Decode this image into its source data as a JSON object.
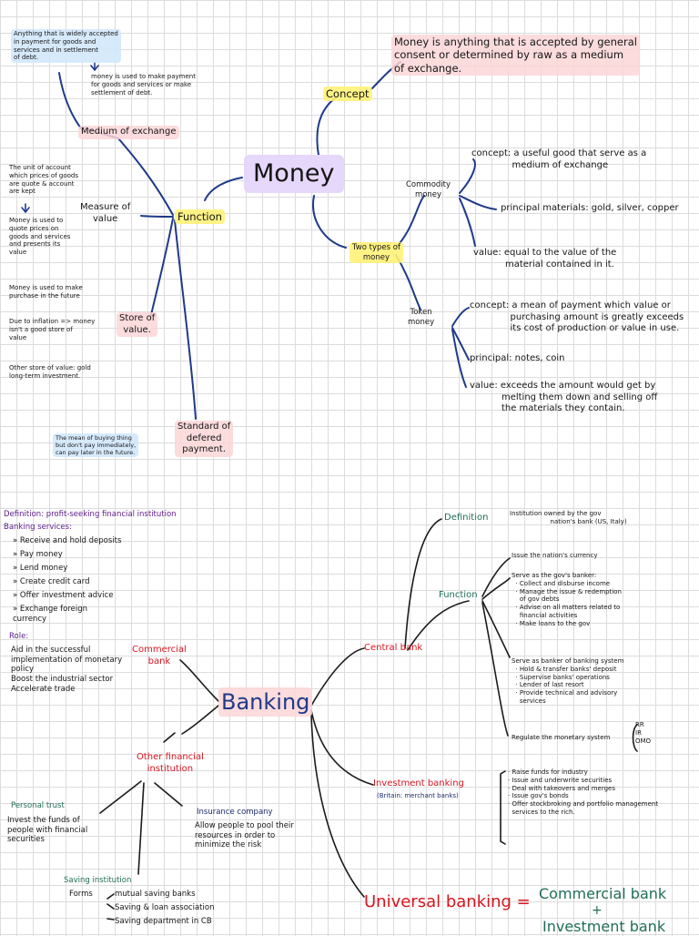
{
  "money": {
    "title": "Money",
    "concept_label": "Concept",
    "concept_def": "Money is anything that is accepted by general\nconsent or determined by raw as a medium\nof exchange.",
    "function_label": "Function",
    "medium_label": "Medium of exchange",
    "medium_def": "Anything that is widely accepted\nin payment for goods and\nservices and in settlement\nof debt.",
    "medium_note": "money is used to make payment\nfor goods and services or make\nsettlement of debt.",
    "measure_label": "Measure of\nvalue",
    "measure_def": "The unit of account\nwhich prices of goods\nare quote & account\nare kept",
    "measure_note": "Money is used to\nquote prices on\ngoods and services\nand presents its\nvalue",
    "store_label": "Store of\nvalue.",
    "store_note1": "Money is used to make\npurchase in the future",
    "store_note2": "Due to inflation => money\nisn't a good store of\nvalue",
    "store_note3": "Other store of value: gold\nlong-term investment.",
    "standard_label": "Standard of\ndefered\npayment.",
    "standard_note": "The mean of buying thing\nbut don't pay immediately,\ncan pay later in the future.",
    "two_types_label": "Two types of\nmoney",
    "commodity_label": "Commodity\nmoney",
    "commodity_concept": "concept: a useful good that serve as a\n              medium of exchange",
    "commodity_materials": "principal materials: gold, silver, copper",
    "commodity_value": "value: equal to the value of the\n           material contained in it.",
    "token_label": "Token\nmoney",
    "token_concept": "concept: a mean of payment which value or\n              purchasing amount is greatly exceeds\n              its cost of production or value in use.",
    "token_principal": "principal: notes, coin",
    "token_value": "value: exceeds the amount would get by\n           melting them down and selling off\n           the materials they contain."
  },
  "banking": {
    "title": "Banking",
    "definition": "Definition: profit-seeking financial institution",
    "services_label": "Banking services:",
    "services": [
      "Receive and hold deposits",
      "Pay money",
      "Lend money",
      "Create credit card",
      "Offer investment advice",
      "Exchange foreign\ncurrency"
    ],
    "role_label": "Role:",
    "role_text": "Aid in the successful\nimplementation of monetary\npolicy\nBoost the industrial sector\nAccelerate trade",
    "commercial_label": "Commercial\nbank",
    "other_label": "Other financial\ninstitution",
    "personal_label": "Personal trust",
    "personal_text": "Invest the funds of\npeople with financial\nsecurities",
    "insurance_label": "Insurance company",
    "insurance_text": "Allow people to pool their\nresources in order to\nminimize the risk",
    "saving_label": "Saving institution",
    "saving_forms": "Forms",
    "saving_items": [
      "mutual saving banks",
      "Saving & loan association",
      "Saving department in CB"
    ],
    "central_label": "Central bank",
    "cb_def_label": "Definition",
    "cb_def_text": "Institution owned by the gov\n                    nation's bank (US, Italy)",
    "cb_function_label": "Function",
    "cb_f1": "Issue the nation's currency",
    "cb_f2": "Serve as the gov's banker:\n  · Collect and disburse income\n  · Manage the issue & redemption\n    of gov debts\n  · Advise on all matters related to\n    financial activities\n  · Make loans to the gov",
    "cb_f3": "Serve as banker of banking system\n  · Hold & transfer banks' deposit\n  · Supervise banks' operations\n  · Lender of last resort\n  · Provide technical and advisory\n    services",
    "cb_f4": "Regulate the monetary system",
    "cb_tools": "RR\nIR\nOMO",
    "investment_label": "Investment banking",
    "investment_sub": "(Britain: merchant banks)",
    "investment_items": "· Raise funds for industry\n· Issue and underwrite securities\n· Deal with takeovers and merges\n· Issue gov's bonds\n· Offer stockbroking and portfolio management\n  services to the rich.",
    "universal_label": "Universal banking =",
    "universal_rhs1": "Commercial bank",
    "universal_plus": "+",
    "universal_rhs2": "Investment bank"
  },
  "colors": {
    "red": "#d8141f",
    "green": "#1f6d57",
    "navy": "#1c2b6e",
    "purple": "#5c1a8a"
  }
}
